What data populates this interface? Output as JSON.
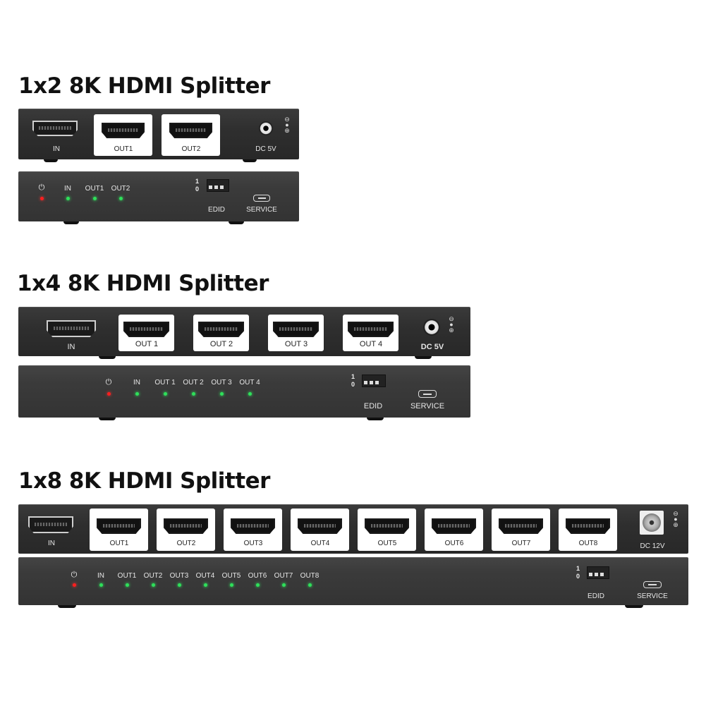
{
  "splitters": [
    {
      "title": "1x2 8K HDMI Splitter",
      "back": {
        "input_label": "IN",
        "outputs": [
          "OUT1",
          "OUT2"
        ],
        "power_label": "DC 5V"
      },
      "front": {
        "led_labels": [
          "IN",
          "OUT1",
          "OUT2"
        ],
        "edid_label": "EDID",
        "service_label": "SERVICE",
        "dip_top": "1",
        "dip_bottom": "0"
      }
    },
    {
      "title": "1x4 8K HDMI Splitter",
      "back": {
        "input_label": "IN",
        "outputs": [
          "OUT 1",
          "OUT 2",
          "OUT 3",
          "OUT 4"
        ],
        "power_label": "DC 5V"
      },
      "front": {
        "led_labels": [
          "IN",
          "OUT 1",
          "OUT 2",
          "OUT 3",
          "OUT 4"
        ],
        "edid_label": "EDID",
        "service_label": "SERVICE",
        "dip_top": "1",
        "dip_bottom": "0"
      }
    },
    {
      "title": "1x8 8K HDMI Splitter",
      "back": {
        "input_label": "IN",
        "outputs": [
          "OUT1",
          "OUT2",
          "OUT3",
          "OUT4",
          "OUT5",
          "OUT6",
          "OUT7",
          "OUT8"
        ],
        "power_label": "DC 12V"
      },
      "front": {
        "led_labels": [
          "IN",
          "OUT1",
          "OUT2",
          "OUT3",
          "OUT4",
          "OUT5",
          "OUT6",
          "OUT7",
          "OUT8"
        ],
        "edid_label": "EDID",
        "service_label": "SERVICE",
        "dip_top": "1",
        "dip_bottom": "0"
      }
    }
  ],
  "colors": {
    "power_led": "#ff1e1e",
    "status_led": "#2ee05a",
    "chassis": "#333333"
  }
}
